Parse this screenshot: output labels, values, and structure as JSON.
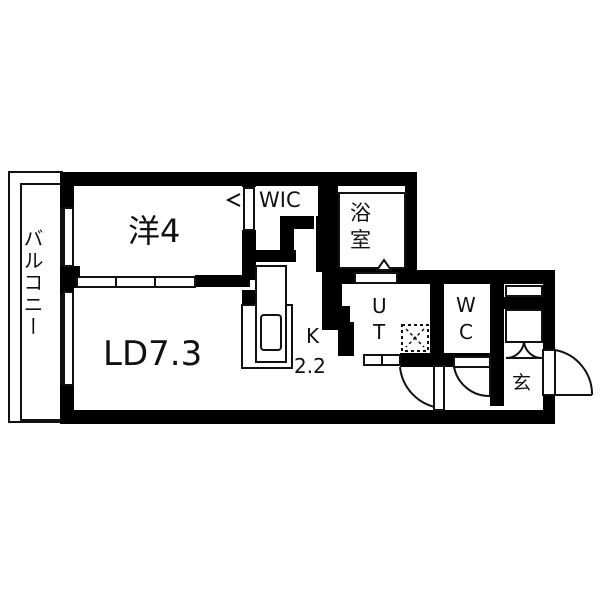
{
  "plan": {
    "colors": {
      "wall": "#000000",
      "background": "#ffffff",
      "line": "#111111"
    },
    "rooms": {
      "balcony": {
        "label": "バルコニー"
      },
      "western_room": {
        "label": "洋4"
      },
      "wic": {
        "label": "WIC"
      },
      "ld": {
        "label": "LD7.3"
      },
      "kitchen": {
        "label_line1": "K",
        "label_line2": "2.2"
      },
      "bath": {
        "label_line1": "浴",
        "label_line2": "室"
      },
      "utility": {
        "label_line1": "U",
        "label_line2": "T"
      },
      "wc": {
        "label_line1": "W",
        "label_line2": "C"
      },
      "entrance": {
        "label": "玄"
      }
    }
  }
}
